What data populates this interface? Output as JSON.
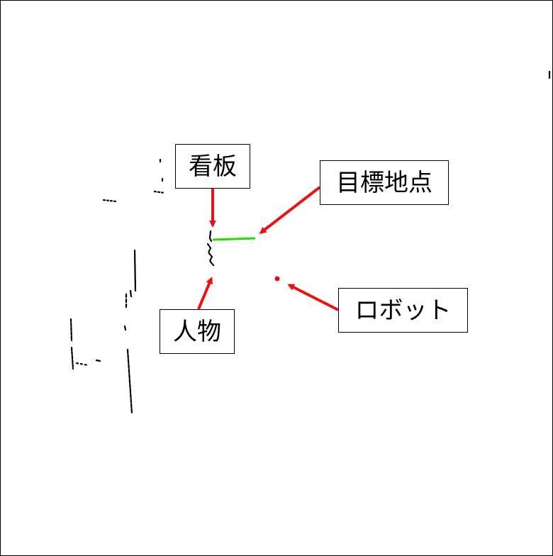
{
  "labels": {
    "signboard": "看板",
    "target_point": "目標地点",
    "person": "人物",
    "robot": "ロボット"
  },
  "colors": {
    "arrow": "#ee1111",
    "target_line": "#22dd00",
    "scan_points": "#000000",
    "robot": "#dd1111"
  }
}
